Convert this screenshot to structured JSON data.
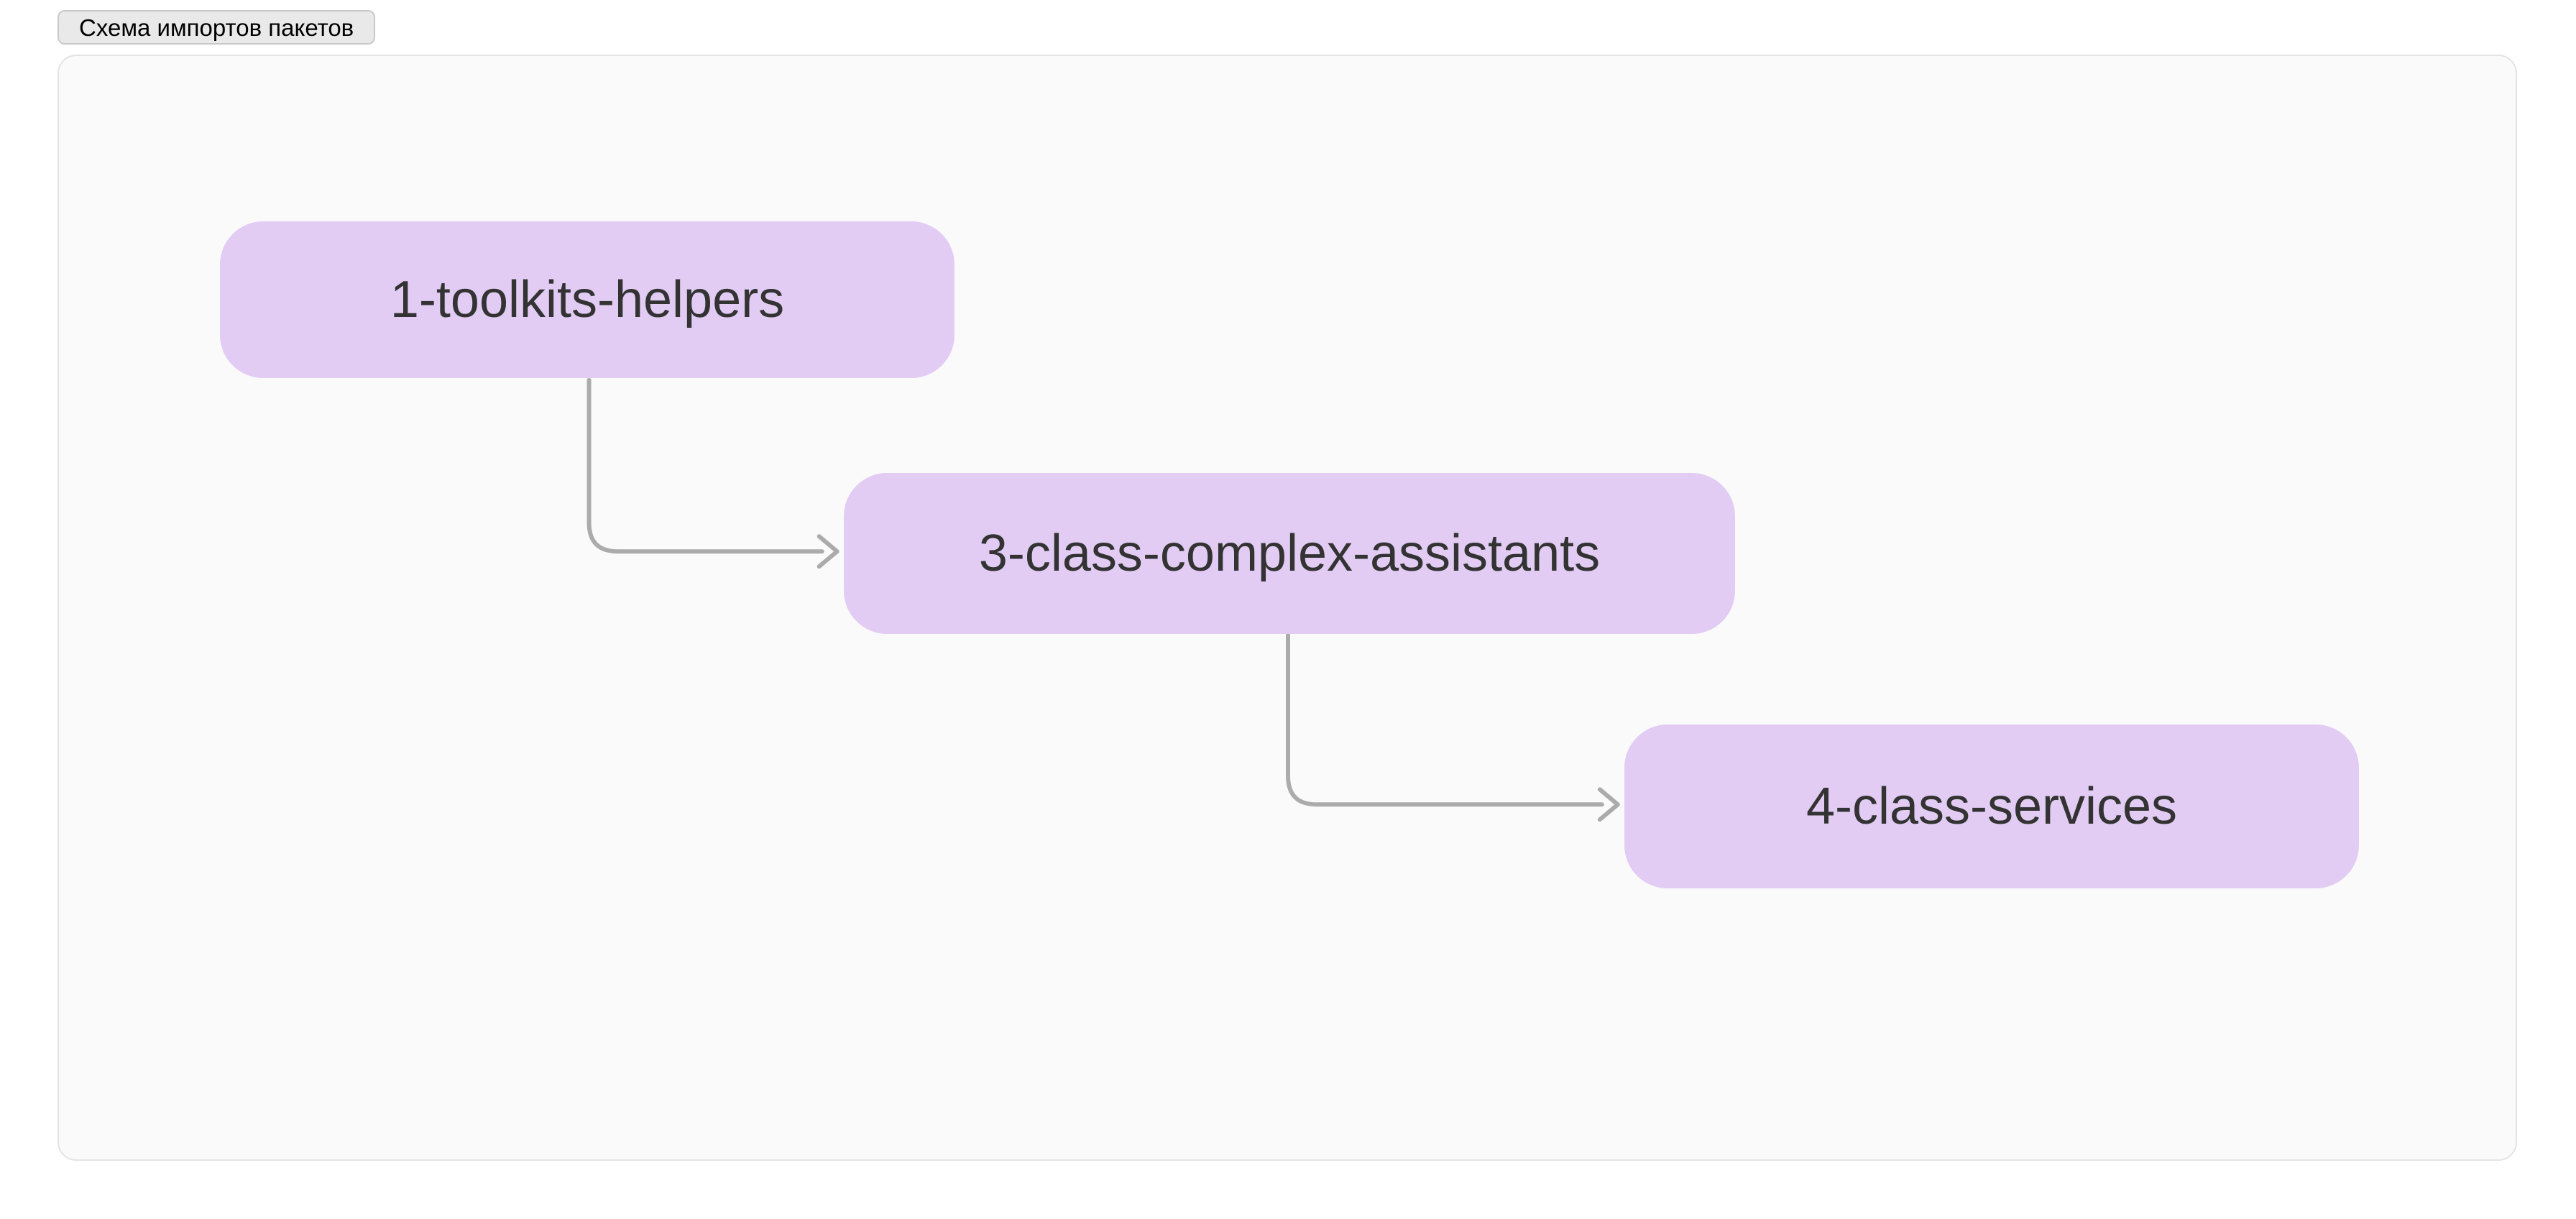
{
  "toolbar": {
    "diagram_toggle_label": "Схема импортов пакетов"
  },
  "diagram": {
    "title": "Схема импортов пакетов",
    "type": "flowchart",
    "direction": "top-left to bottom-right",
    "nodes": [
      {
        "id": "1-toolkits-helpers",
        "label": "1-toolkits-helpers"
      },
      {
        "id": "3-class-complex-assistants",
        "label": "3-class-complex-assistants"
      },
      {
        "id": "4-class-services",
        "label": "4-class-services"
      }
    ],
    "edges": [
      {
        "from": "1-toolkits-helpers",
        "to": "3-class-complex-assistants",
        "style": "elbow-arrow"
      },
      {
        "from": "3-class-complex-assistants",
        "to": "4-class-services",
        "style": "elbow-arrow"
      }
    ],
    "colors": {
      "node_fill": "#e2ccf4",
      "node_text": "#333333",
      "edge_stroke": "#ababab",
      "canvas_fill": "#fafafa",
      "canvas_border": "#e3e3e6",
      "button_fill": "#e9e9ea",
      "button_border": "#c9c9cc",
      "page_background": "#ffffff"
    }
  }
}
